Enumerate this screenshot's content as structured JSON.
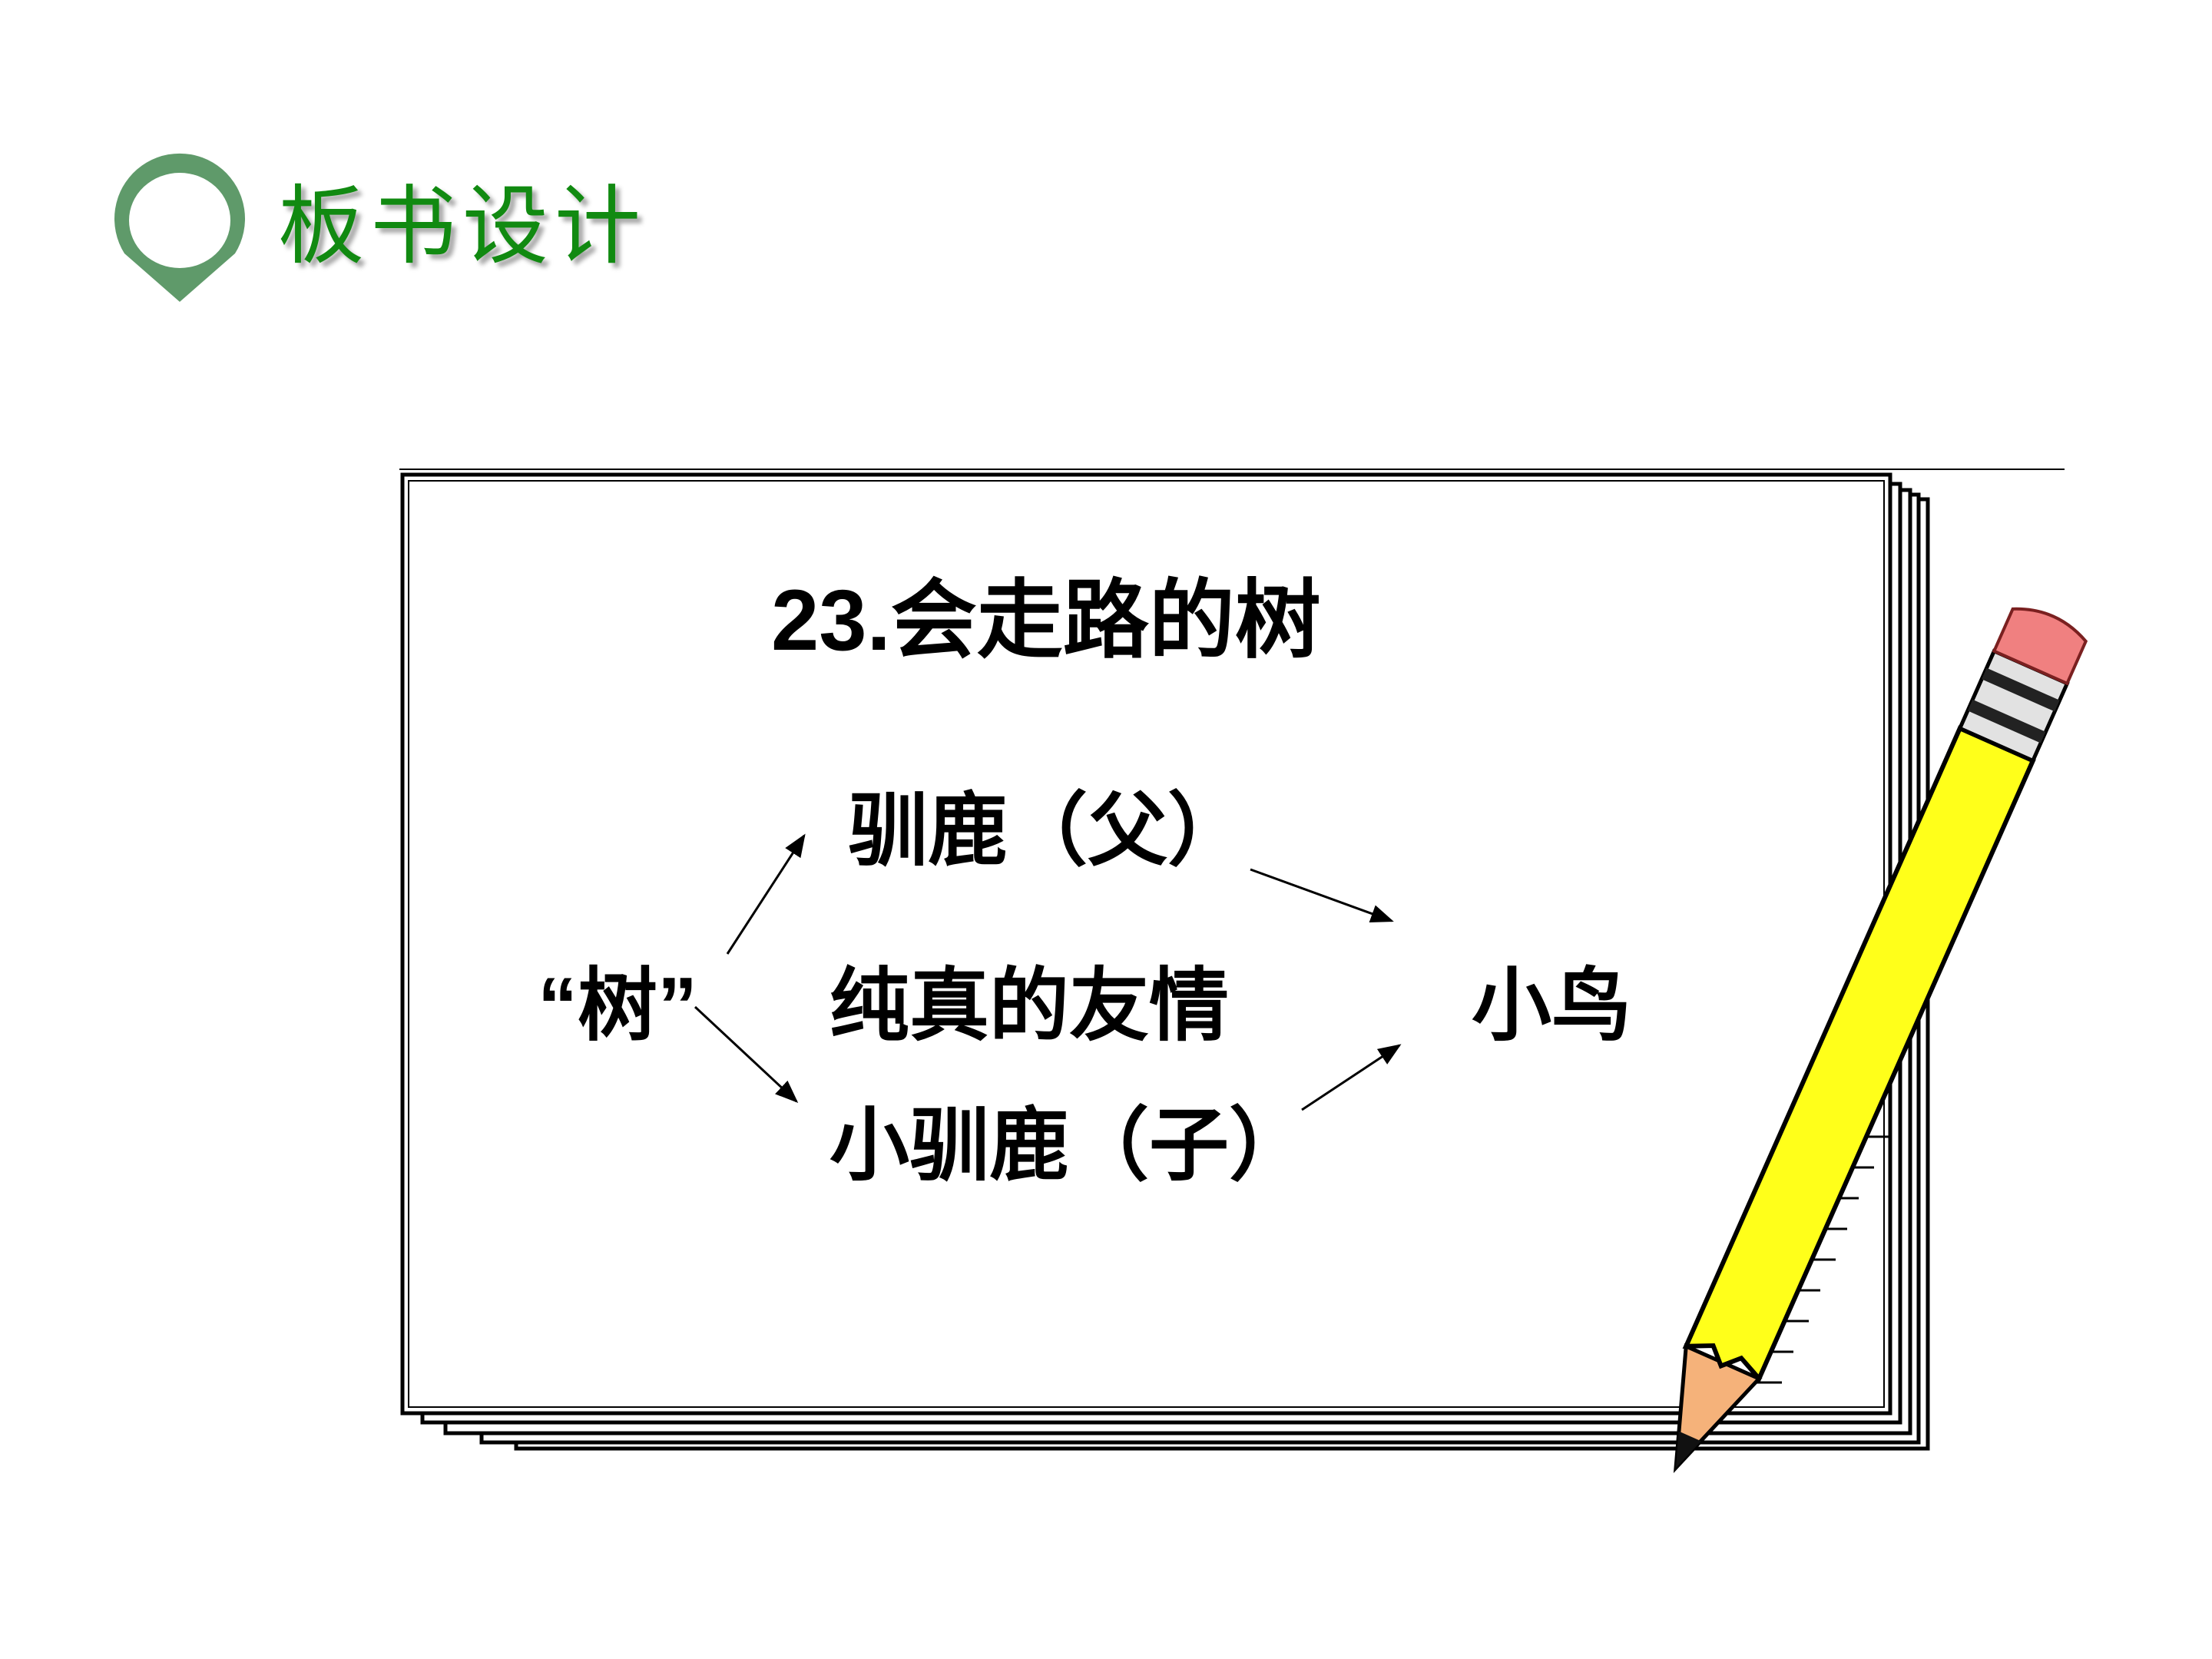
{
  "header": {
    "title": "板书设计",
    "icon": "map-pin-icon",
    "accent_color": "#5f9a6a",
    "title_color": "#118a11"
  },
  "board": {
    "title": "23.会走路的树",
    "left_node": "“树”",
    "top_node": "驯鹿（父）",
    "center_node": "纯真的友情",
    "bottom_node": "小驯鹿（子）",
    "right_node": "小鸟"
  },
  "decoration": {
    "pencil_icon": "pencil-icon",
    "pencil_color": "#ffff1a",
    "eraser_color": "#f08080",
    "wood_color": "#f5b27a"
  }
}
